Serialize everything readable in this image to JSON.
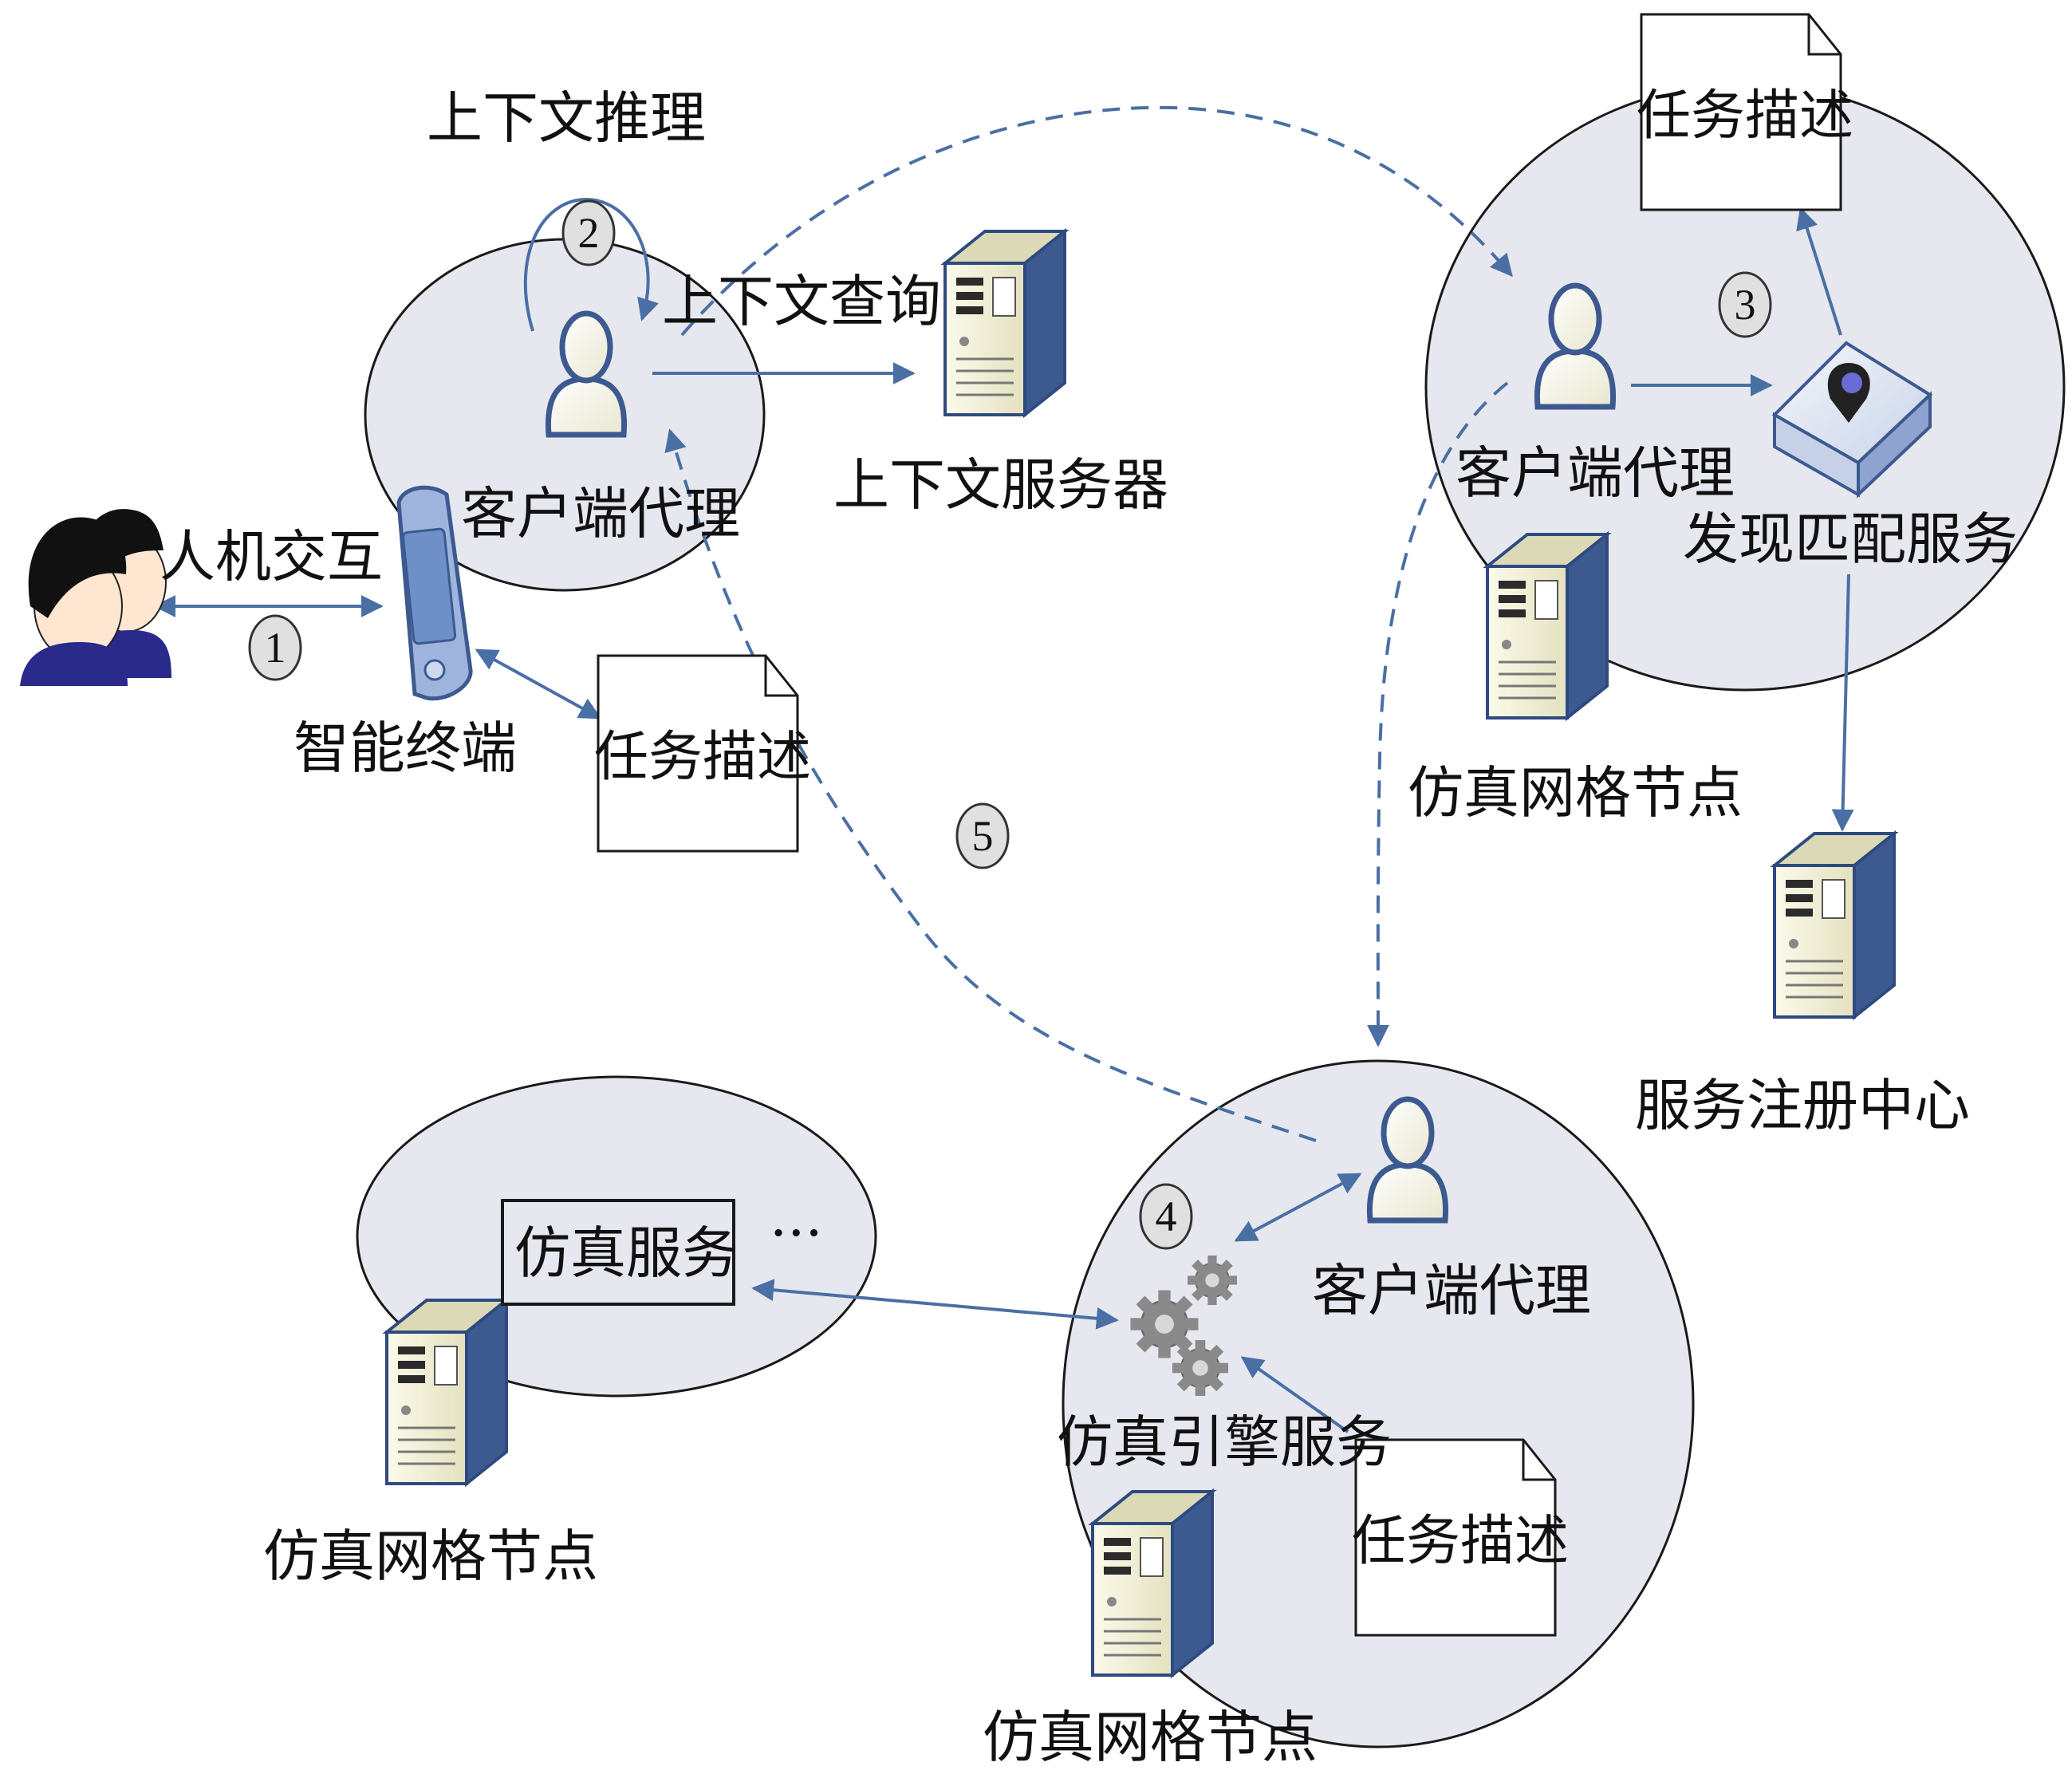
{
  "labels": {
    "context_reasoning": "上下文推理",
    "context_query": "上下文查询",
    "context_server": "上下文服务器",
    "client_proxy": "客户端代理",
    "hci": "人机交互",
    "smart_terminal": "智能终端",
    "task_description": "任务描述",
    "discovery_matching": "发现匹配服务",
    "sim_grid_node": "仿真网格节点",
    "service_registry": "服务注册中心",
    "sim_service": "仿真服务",
    "ellipsis": "···",
    "sim_engine_service": "仿真引擎服务"
  },
  "steps": [
    "1",
    "2",
    "3",
    "4",
    "5"
  ],
  "colors": {
    "arrow": "#4a6fa5",
    "cloud_fill": "#e6e7ef",
    "cloud_stroke": "#1a1a1a",
    "server_body": "#f2f0d8",
    "server_side": "#3c5a90"
  }
}
